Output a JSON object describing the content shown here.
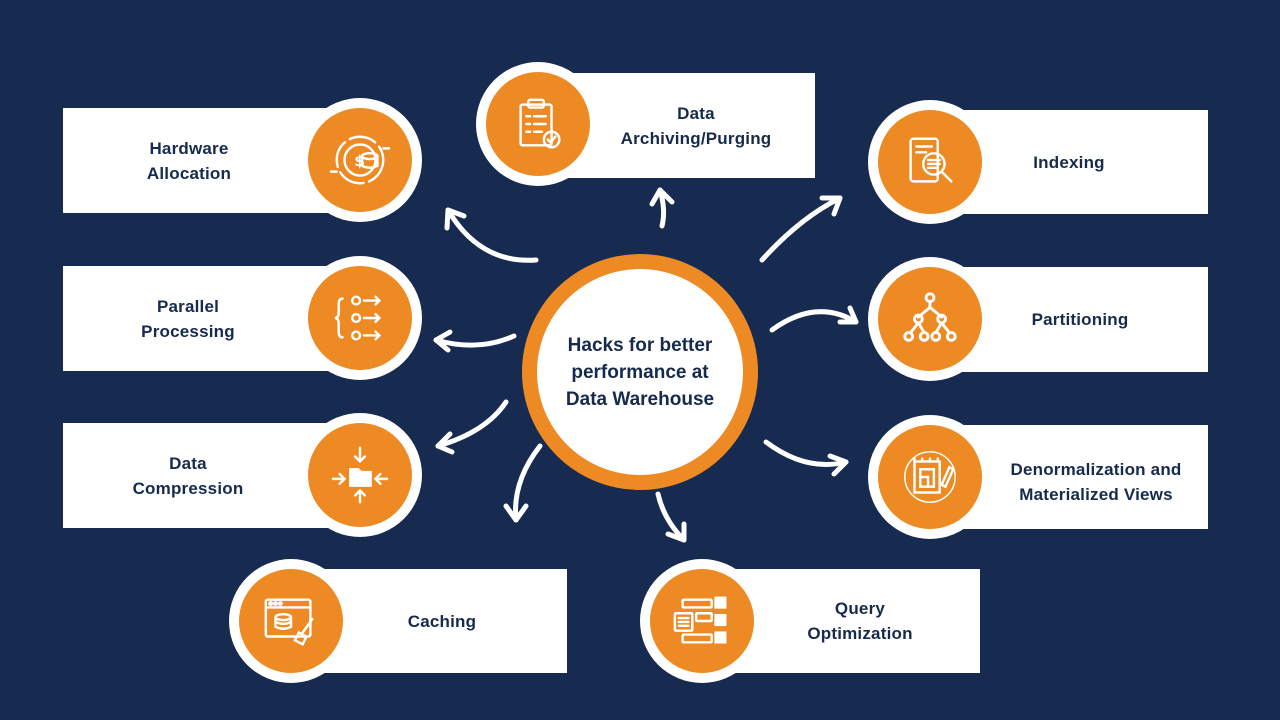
{
  "center": {
    "title": "Hacks for better performance at Data Warehouse"
  },
  "items": {
    "hardware": {
      "label": "Hardware\nAllocation",
      "icon": "coin-chart-icon"
    },
    "archiving": {
      "label": "Data\nArchiving/Purging",
      "icon": "clipboard-check-icon"
    },
    "indexing": {
      "label": "Indexing",
      "icon": "document-search-icon"
    },
    "parallel": {
      "label": "Parallel\nProcessing",
      "icon": "parallel-gears-icon"
    },
    "partitioning": {
      "label": "Partitioning",
      "icon": "tree-hierarchy-icon"
    },
    "compression": {
      "label": "Data\nCompression",
      "icon": "folder-compress-icon"
    },
    "denormalization": {
      "label": "Denormalization and\nMaterialized Views",
      "icon": "blueprint-icon"
    },
    "caching": {
      "label": "Caching",
      "icon": "browser-database-broom-icon"
    },
    "query": {
      "label": "Query\nOptimization",
      "icon": "ranked-list-icon"
    }
  },
  "colors": {
    "background": "#172a50",
    "accent": "#ee8a24",
    "card": "#ffffff",
    "text": "#162a4e"
  }
}
